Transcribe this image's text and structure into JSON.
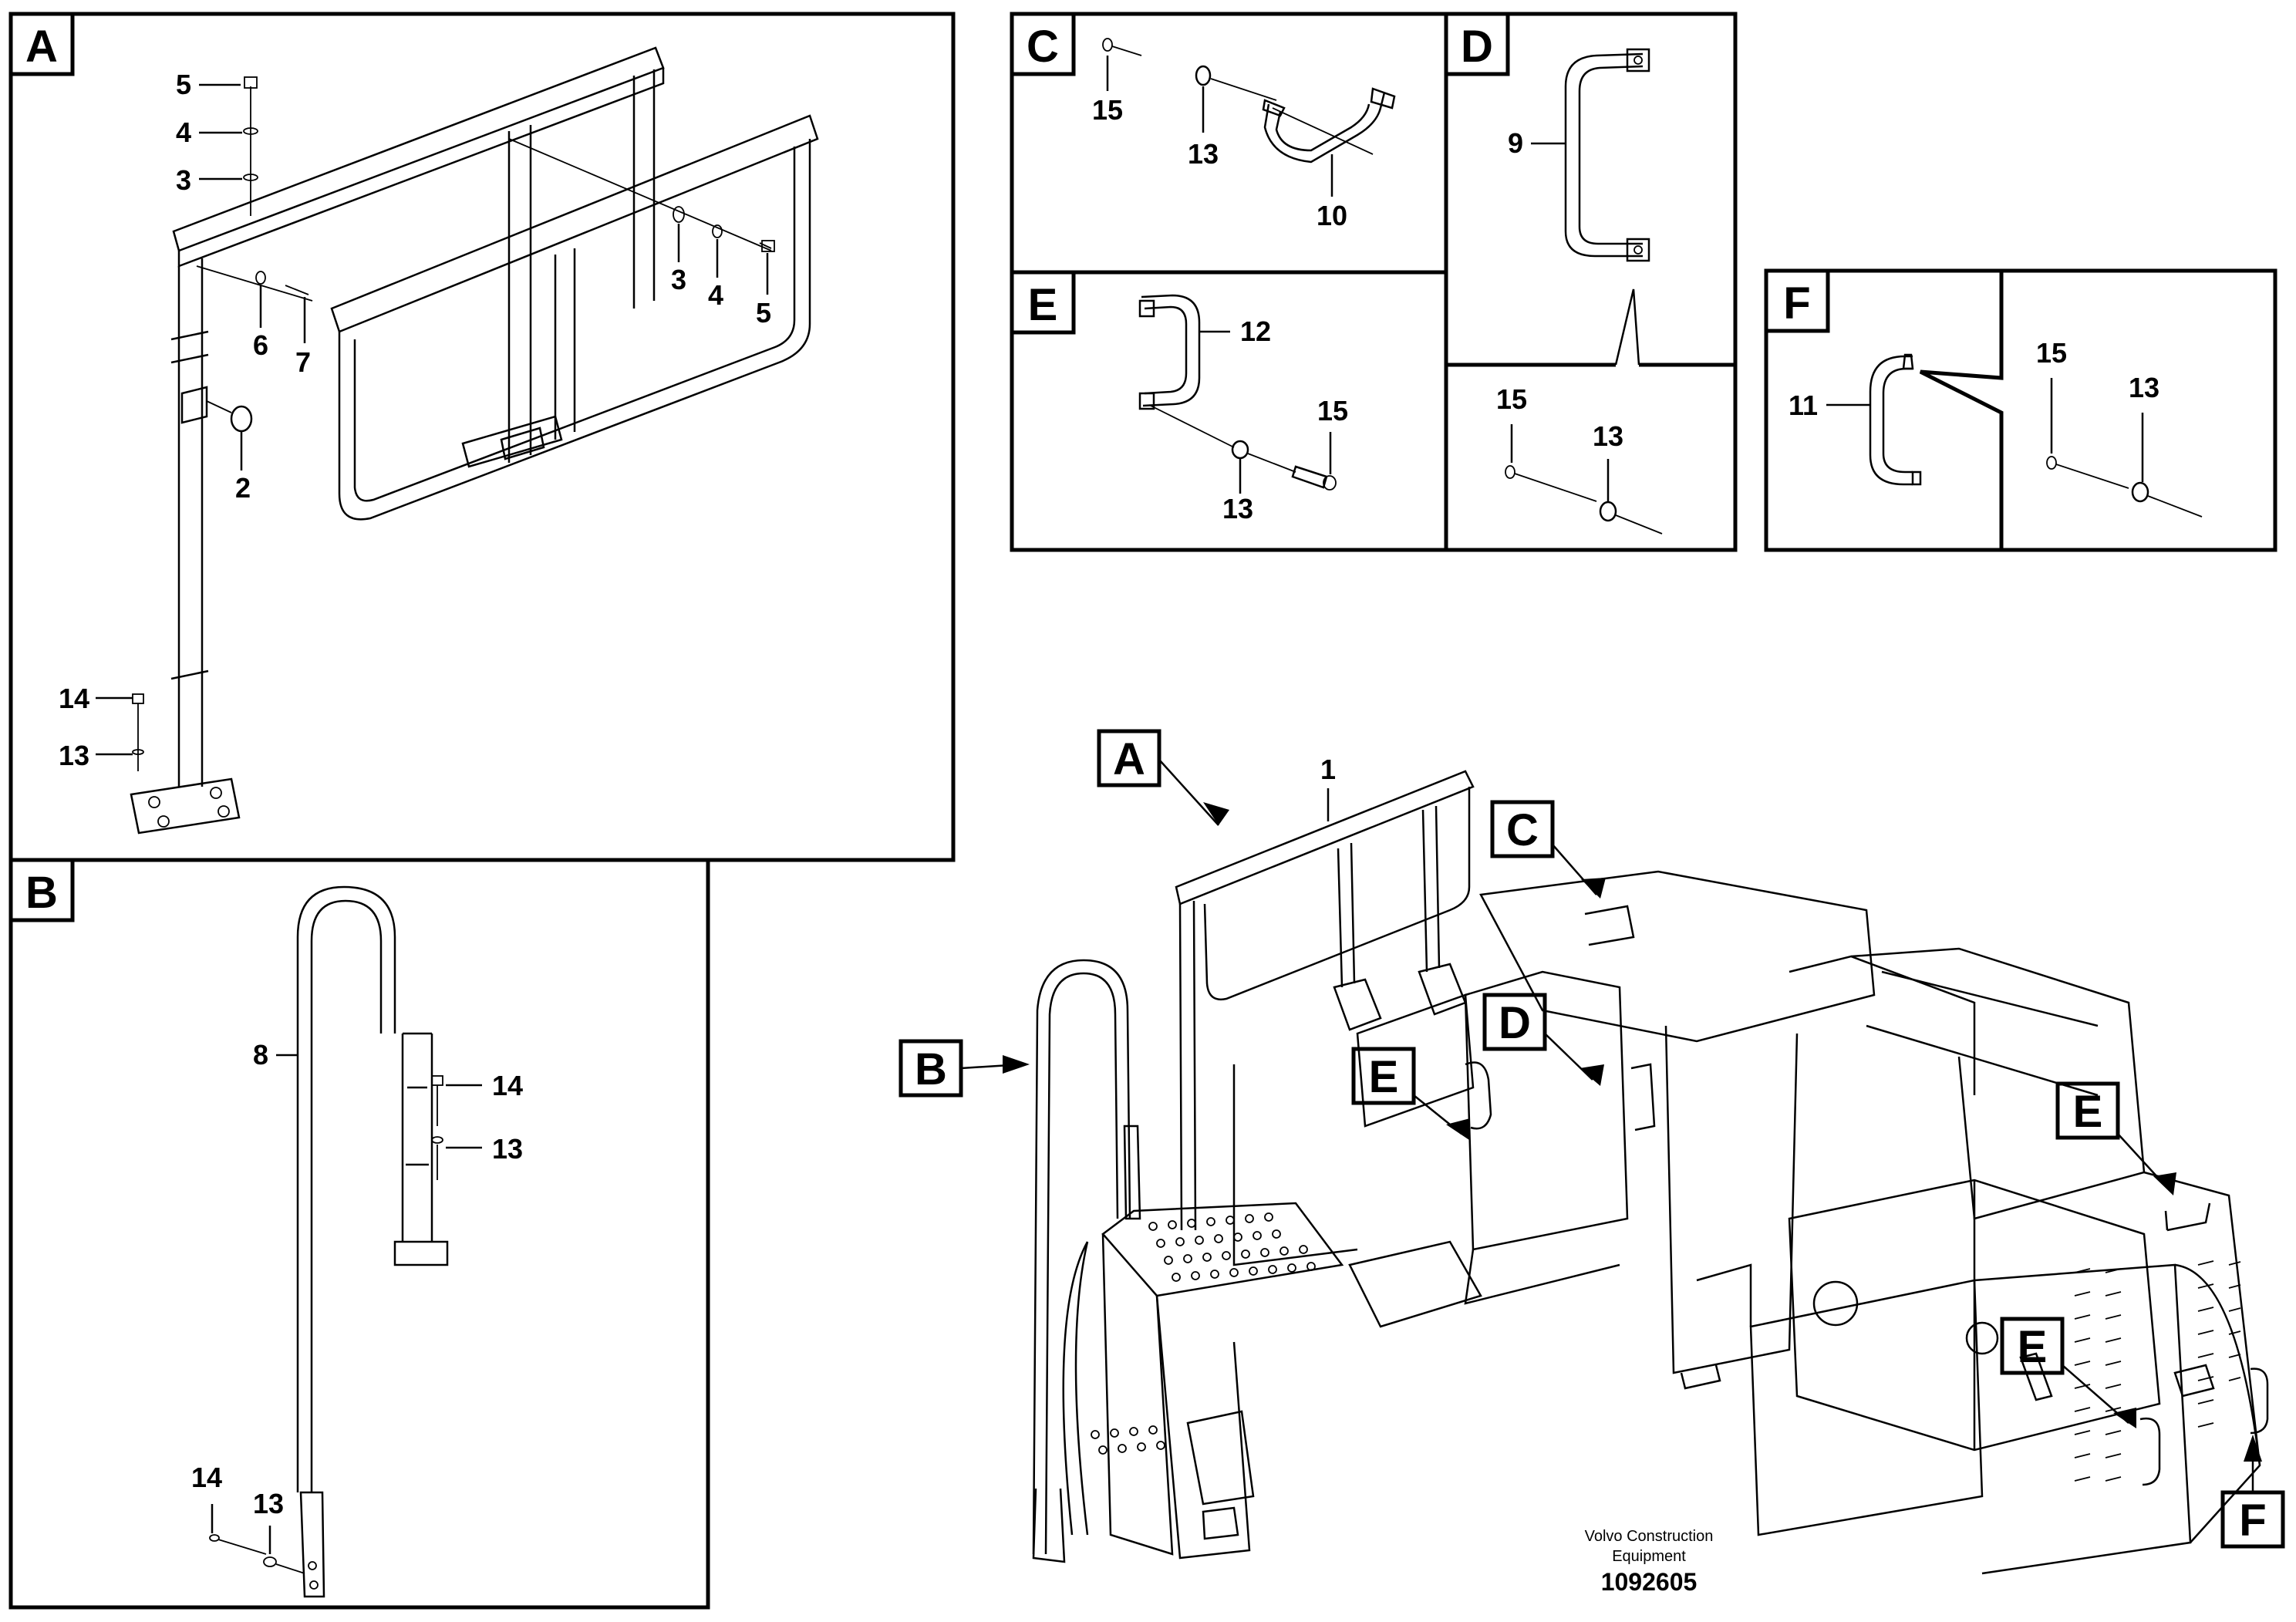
{
  "panels": {
    "A": {
      "letter": "A"
    },
    "B": {
      "letter": "B"
    },
    "C": {
      "letter": "C"
    },
    "D": {
      "letter": "D"
    },
    "E": {
      "letter": "E"
    },
    "F": {
      "letter": "F"
    }
  },
  "callouts": {
    "A": {
      "n5a": "5",
      "n4a": "4",
      "n3a": "3",
      "n3b": "3",
      "n4b": "4",
      "n5b": "5",
      "n6": "6",
      "n7": "7",
      "n2": "2",
      "n14": "14",
      "n13": "13"
    },
    "B": {
      "n8": "8",
      "n14a": "14",
      "n13a": "13",
      "n14b": "14",
      "n13b": "13"
    },
    "C": {
      "n15": "15",
      "n13": "13",
      "n10": "10"
    },
    "D": {
      "n9": "9",
      "n15": "15",
      "n13": "13"
    },
    "E": {
      "n12": "12",
      "n15": "15",
      "n13": "13"
    },
    "F": {
      "n11": "11",
      "n15": "15",
      "n13": "13"
    },
    "overview": {
      "n1": "1"
    }
  },
  "overview_labels": {
    "A": "A",
    "B": "B",
    "C": "C",
    "D": "D",
    "E1": "E",
    "E2": "E",
    "E3": "E",
    "F": "F"
  },
  "credit": {
    "line1": "Volvo Construction",
    "line2": "Equipment",
    "part_number": "1092605"
  }
}
